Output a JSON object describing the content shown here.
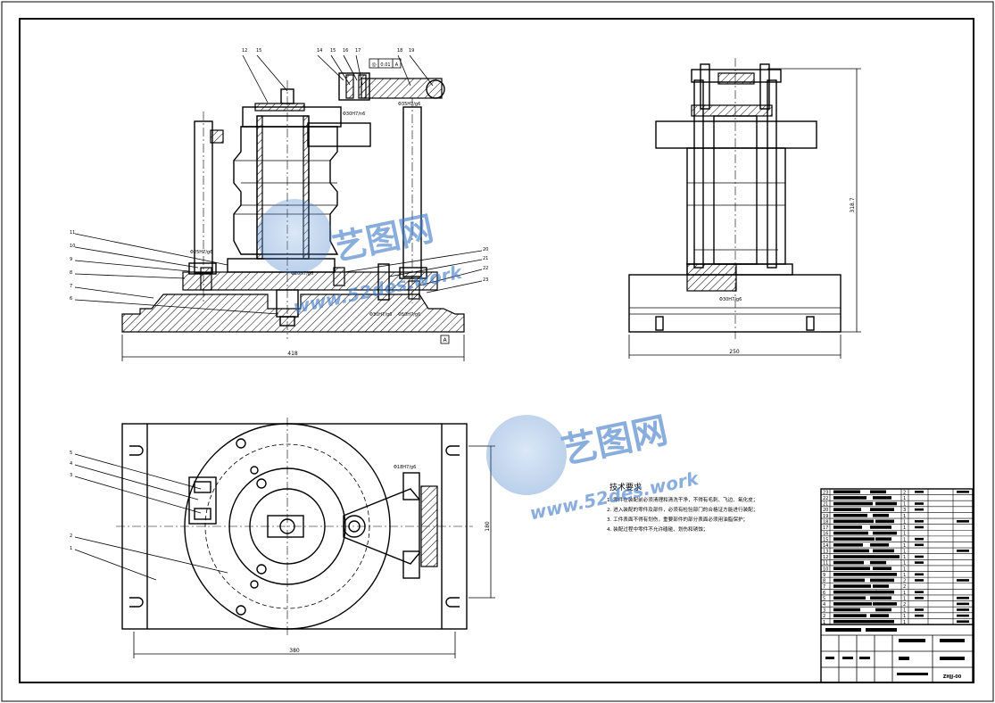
{
  "front_view": {
    "part_numbers_top": [
      "12",
      "15",
      "14",
      "15",
      "16",
      "17",
      "18",
      "19"
    ],
    "part_numbers_left": [
      "11",
      "10",
      "9",
      "8",
      "7",
      "6"
    ],
    "part_numbers_right": [
      "20",
      "21",
      "22",
      "23"
    ],
    "fits": [
      "Φ35H7/g6",
      "Φ30H7/n6",
      "Φ25H7/g6",
      "Φ30H7/g6",
      "Φ50H7/g6",
      "Φ20H7/g6"
    ],
    "tolerance_frame": [
      "◎",
      "0.01",
      "A"
    ],
    "datum": "A",
    "width_dim": "418"
  },
  "side_view": {
    "height_dim": "318.7",
    "width_dim": "250",
    "fit": "Φ30H7/g6"
  },
  "top_view": {
    "part_numbers_left": [
      "5",
      "4",
      "3",
      "2",
      "1"
    ],
    "fit": "Φ18H7/g6",
    "width_dim": "380",
    "height_dim": "180"
  },
  "watermarks": [
    {
      "title": "艺图网",
      "url": "www.52des.work"
    },
    {
      "title": "艺图网",
      "url": "www.52des.work"
    }
  ],
  "tech_requirements": {
    "title": "技术要求",
    "items": [
      "1. 零件在装配前必须清理和清洗干净，不得有毛刺、飞边、氧化皮；",
      "2. 进入装配的零件及部件，必须有检验部门的合格证方能进行装配；",
      "3. 工件表面不得有划伤，重要部件的部分表面必须用油脂保护；",
      "4. 装配过程中零件不允许磕碰、划伤和锈蚀；"
    ]
  },
  "title_block": {
    "row_numbers": [
      "23",
      "22",
      "21",
      "20",
      "19",
      "18",
      "17",
      "16",
      "15",
      "14",
      "13",
      "12",
      "11",
      "10",
      "9",
      "8",
      "7",
      "6",
      "5",
      "4",
      "3",
      "2",
      "1"
    ],
    "quantities": [
      "2",
      "1",
      "1",
      "3",
      "1",
      "1",
      "1",
      "1",
      "1",
      "1",
      "1",
      "1",
      "1",
      "1",
      "1",
      "2",
      "2",
      "1",
      "1",
      "2",
      "1",
      "1",
      "1"
    ],
    "drawing_number": "ZHJJ-00"
  }
}
